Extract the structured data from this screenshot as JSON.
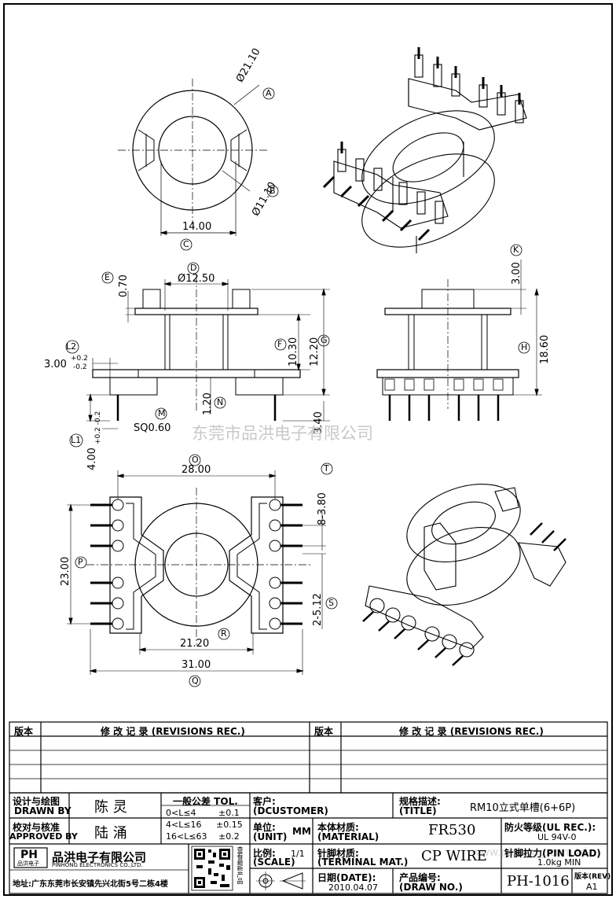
{
  "watermark": "东莞市品洪电子有限公司",
  "watermark_url": "www.pinhong.com.td",
  "top_view": {
    "dim_a": "Ø21.10",
    "label_a": "A",
    "dim_b": "Ø11.10",
    "label_b": "B",
    "dim_c": "14.00",
    "label_c": "C"
  },
  "front_view": {
    "dim_d": "Ø12.50",
    "label_d": "D",
    "dim_e": "0.70",
    "label_e": "E",
    "dim_f": "10.30",
    "label_f": "F",
    "dim_g": "12.20",
    "label_g": "G",
    "dim_l2_main": "3.00",
    "dim_l2_tol_top": "+0.2",
    "dim_l2_tol_bot": "-0.2",
    "label_l2": "L2",
    "dim_m": "SQ0.60",
    "label_m": "M",
    "dim_n": "1.20",
    "label_n": "N",
    "dim_l1_main": "4.00",
    "dim_l1_tol": "+0.2 -0.2",
    "label_l1": "L1",
    "dim_340": "3.40"
  },
  "side_view": {
    "dim_k": "3.00",
    "label_k": "K",
    "dim_h": "18.60",
    "label_h": "H"
  },
  "bottom_view": {
    "dim_o": "28.00",
    "label_o": "O",
    "dim_t": "8-3.80",
    "label_t": "T",
    "dim_p": "23.00",
    "label_p": "P",
    "dim_s": "2-5.12",
    "label_s": "S",
    "dim_r": "21.20",
    "label_r": "R",
    "dim_q": "31.00",
    "label_q": "Q"
  },
  "revisions": {
    "col_version": "版本",
    "col_rec": "修 改 记 录 (REVISIONS REC.)"
  },
  "title_block": {
    "designer_label_cn": "设计与绘图",
    "designer_label_en": "DRAWN BY",
    "designer": "陈 灵",
    "checker_label_cn": "校对与核准",
    "checker_label_en": "APPROVED BY",
    "checker": "陆 涌",
    "tol_title": "一般公差 TOL.",
    "tol_rows": [
      {
        "range": "0<L≤4",
        "value": "±0.1"
      },
      {
        "range": "4<L≤16",
        "value": "±0.15"
      },
      {
        "range": "16<L≤63",
        "value": "±0.2"
      }
    ],
    "customer_label": "客户:",
    "customer_en": "(DCUSTOMER)",
    "unit_label": "单位:",
    "unit_en": "(UNIT)",
    "unit_value": "MM",
    "scale_label": "比例:",
    "scale_en": "(SCALE)",
    "scale_value": "1/1",
    "title_label": "规格描述:",
    "title_en": "(TITLE)",
    "title_value": "RM10立式单槽(6+6P)",
    "material_label": "本体材质:",
    "material_en": "(MATERIAL)",
    "material_value": "FR530",
    "flame_label": "防火等级(UL REC.):",
    "flame_value": "UL 94V-0",
    "terminal_label": "针脚材质:",
    "terminal_en": "(TERMINAL MAT.)",
    "terminal_value": "CP WIRE",
    "pinload_label": "针脚拉力(PIN LOAD)",
    "pinload_value": "1.0kg MIN",
    "date_label": "日期(DATE):",
    "date_value": "2010.04.07",
    "drawno_label": "产品编号:",
    "drawno_en": "(DRAW NO.)",
    "drawno_value": "PH-1016",
    "rev_label": "版本(REV):",
    "rev_value": "A1",
    "company_cn": "品洪电子有限公司",
    "company_en": "PINHONG ELECTRONICS CO.,LTD.",
    "address": "地址:广东东莞市长安镇先兴北街5号二栋4楼",
    "logo_text": "PH",
    "logo_sub": "品洪电子",
    "qr_caption": "查看最新产品"
  },
  "colors": {
    "line": "#000000",
    "watermark": "#c8c8c8"
  }
}
